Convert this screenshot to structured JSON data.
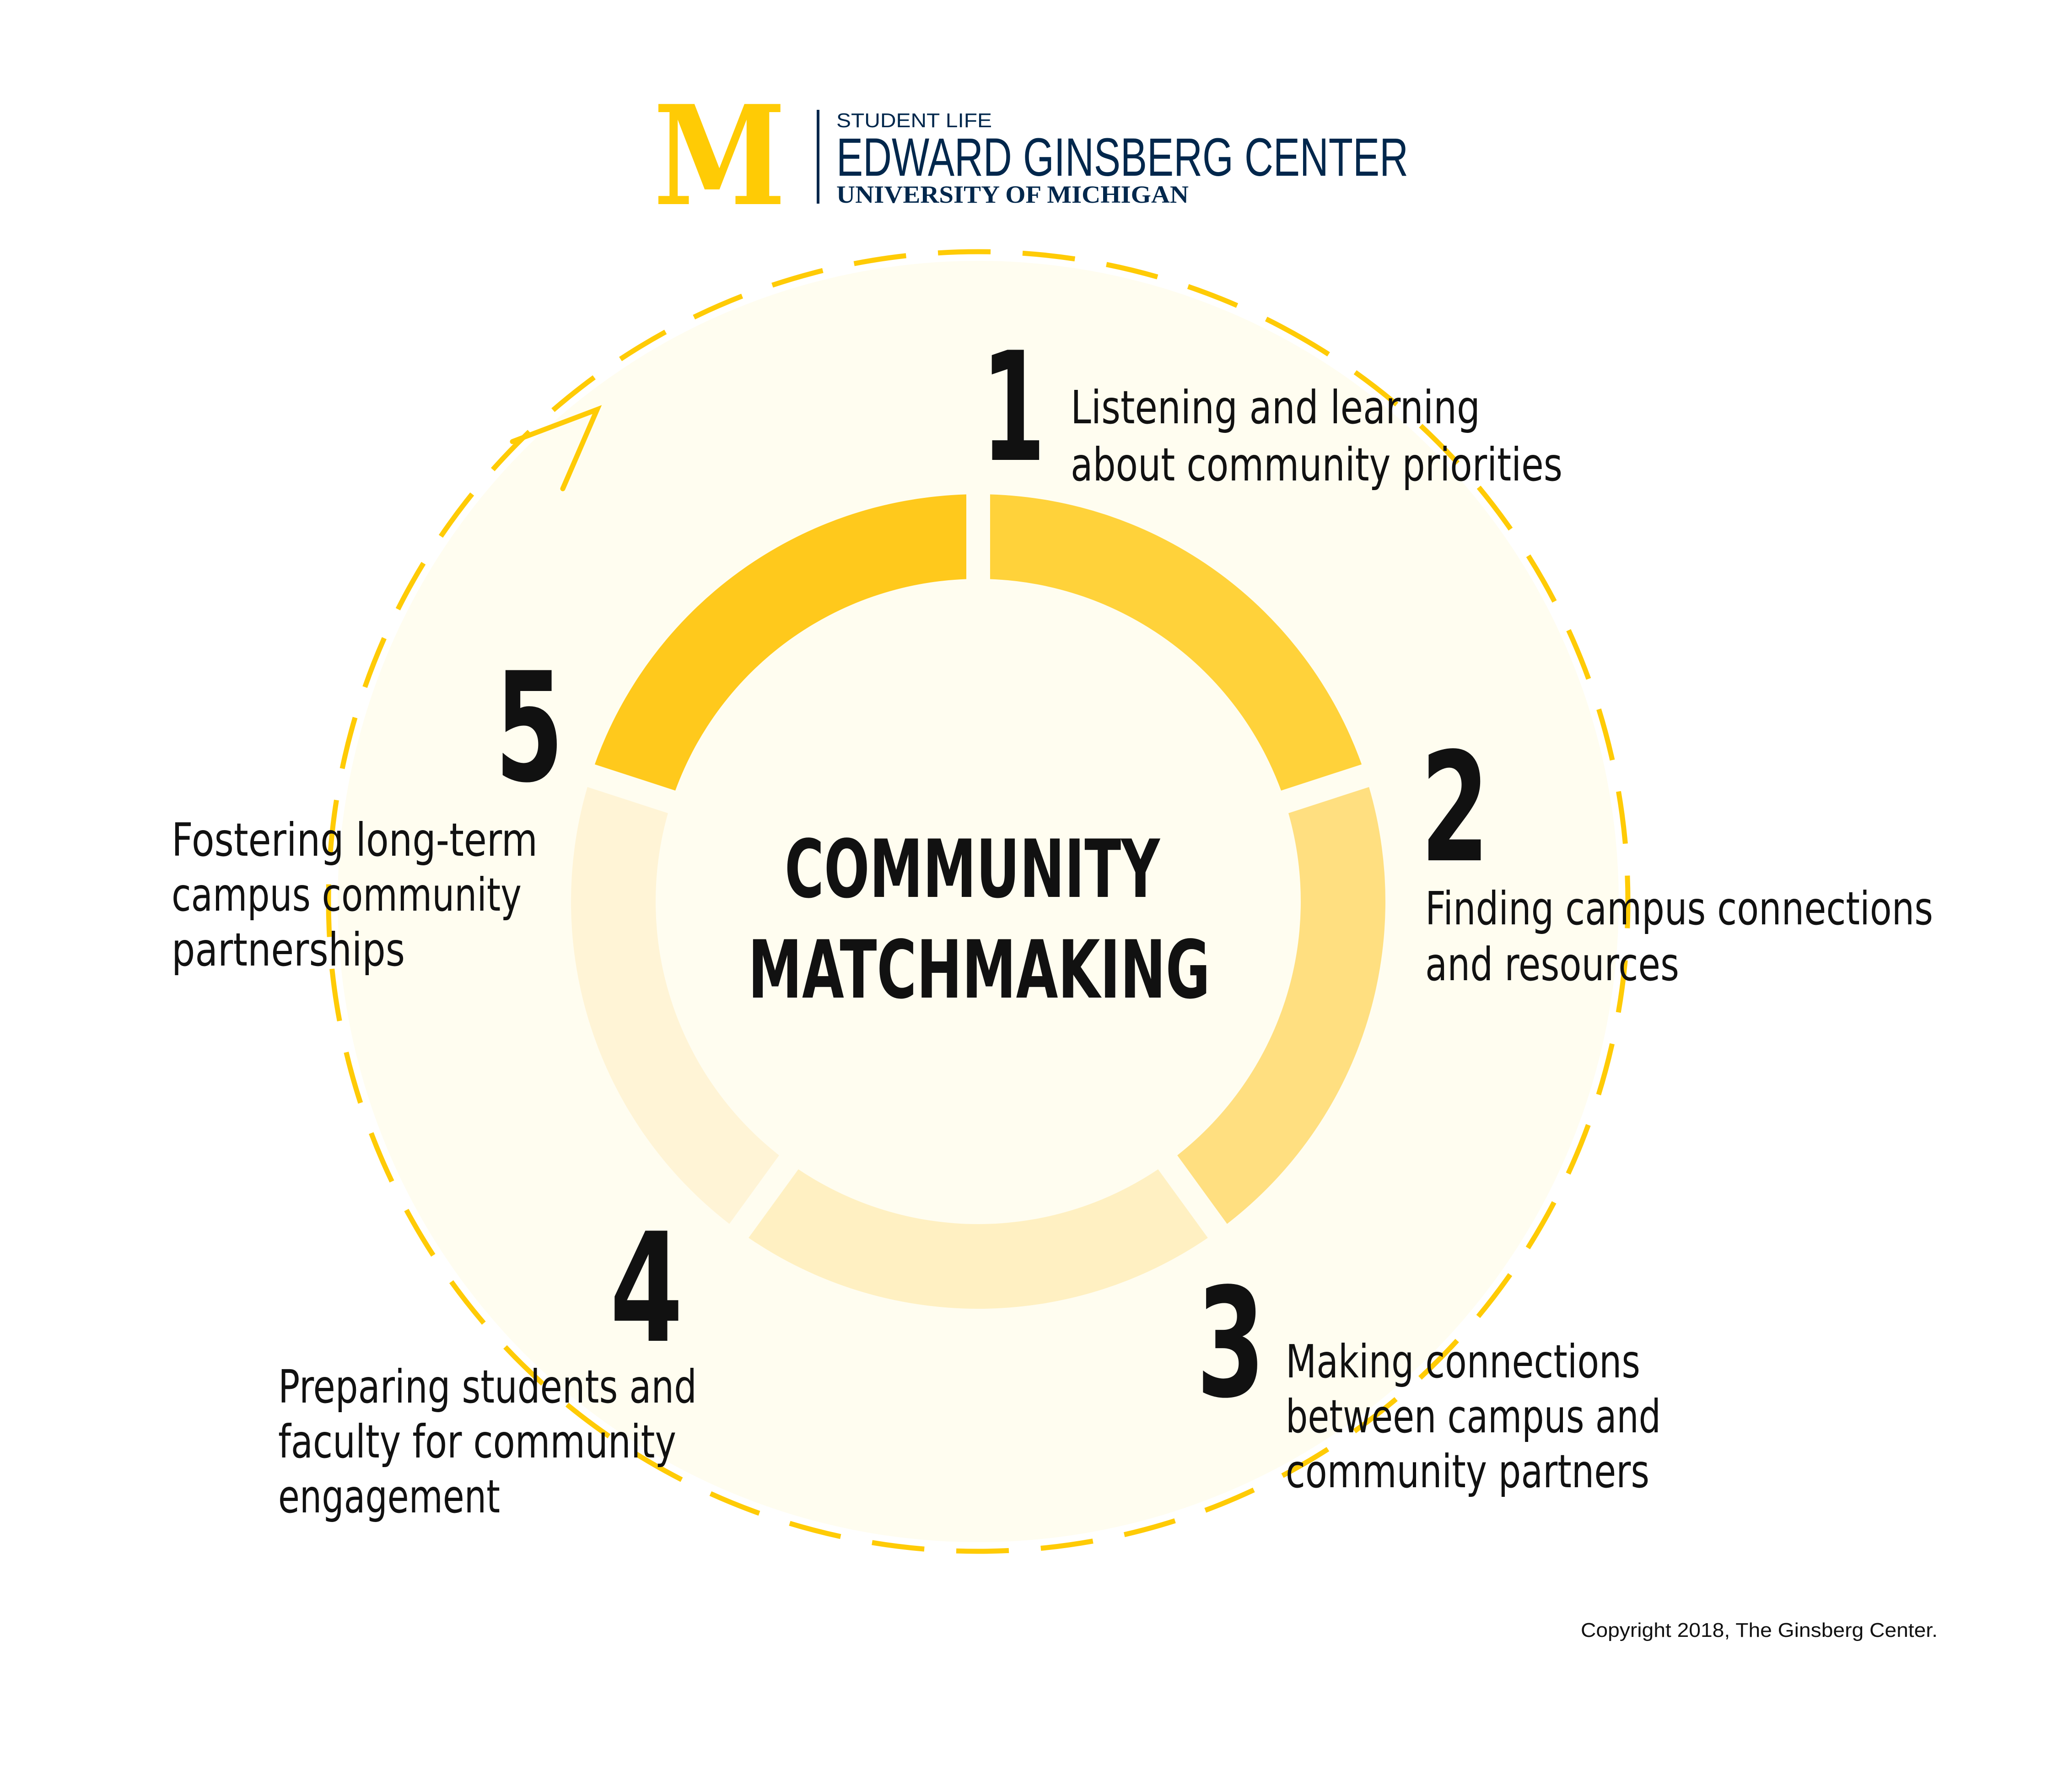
{
  "header": {
    "logo_letter": "M",
    "org_line": "STUDENT LIFE",
    "center_name": "EDWARD GINSBERG CENTER",
    "university": "UNIVERSITY OF MICHIGAN"
  },
  "center": {
    "line1": "COMMUNITY",
    "line2": "MATCHMAKING"
  },
  "steps": [
    {
      "number": "1",
      "lines": [
        "Listening and learning",
        "about community priorities"
      ]
    },
    {
      "number": "2",
      "lines": [
        "Finding campus connections",
        "and resources"
      ]
    },
    {
      "number": "3",
      "lines": [
        "Making connections",
        "between campus and",
        "community partners"
      ]
    },
    {
      "number": "4",
      "lines": [
        "Preparing students and",
        "faculty for community",
        "engagement"
      ]
    },
    {
      "number": "5",
      "lines": [
        "Fostering long-term",
        "campus community",
        "partnerships"
      ]
    }
  ],
  "footer": {
    "copyright": "Copyright 2018, The Ginsberg Center."
  },
  "colors": {
    "maize": "#FFCB05",
    "navy": "#00274C",
    "outer_disc": "#FFFDF0",
    "ring_gap": "#FFFFFF",
    "segments": [
      "#FFD23A",
      "#FFDF80",
      "#FFF0C2",
      "#FFF4D6",
      "#FFC91C"
    ],
    "text": "#111111"
  }
}
